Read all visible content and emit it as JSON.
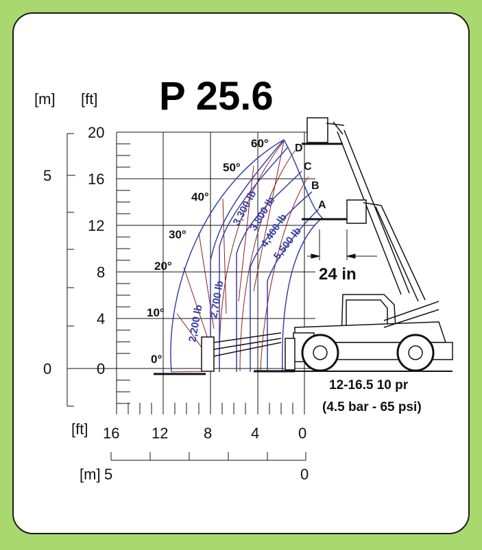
{
  "model_title": "P 25.6",
  "axes": {
    "y_unit_m": "[m]",
    "y_unit_ft": "[ft]",
    "y_ticks_ft": [
      "20",
      "16",
      "12",
      "8",
      "4",
      "0"
    ],
    "y_ticks_m": [
      "5",
      "0"
    ],
    "x_unit_ft": "[ft]",
    "x_ticks_ft": [
      "16",
      "12",
      "8",
      "4",
      "0"
    ],
    "x_unit_m": "[m]",
    "x_ticks_m": [
      "5",
      "0"
    ]
  },
  "boom_angles": [
    "0°",
    "10°",
    "20°",
    "30°",
    "40°",
    "50°",
    "60°"
  ],
  "zones": [
    "A",
    "B",
    "C",
    "D"
  ],
  "loads": [
    "2,200 lb",
    "2,700 lb",
    "3,300 lb",
    "3,800 lb",
    "4,400 lb",
    "5,500 lb"
  ],
  "fork_offset": "24 in",
  "tire_spec": {
    "line1": "12-16.5 10 pr",
    "line2": "(4.5 bar - 65 psi)"
  },
  "colors": {
    "background": "#a9d86e",
    "boundary": "#3a3fa6",
    "angle_lines": "#8b1a1a"
  }
}
